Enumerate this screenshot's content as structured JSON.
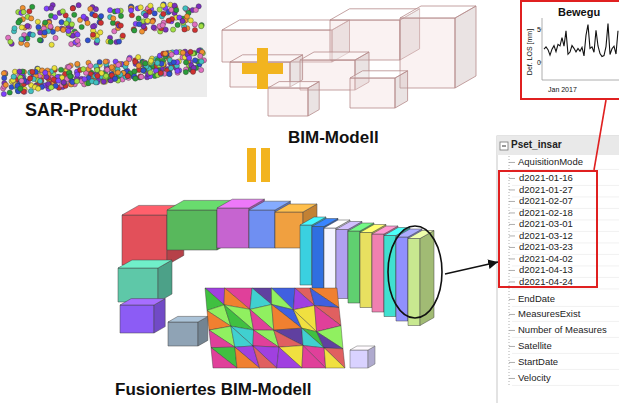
{
  "diagram": {
    "nodes": [
      {
        "text": [
          "SAR-Produkt"
        ]
      },
      {
        "text": [
          "BIM-Modell"
        ]
      },
      {
        "text": [
          "Bewegu",
          "Def. LOS [mm]",
          "5",
          "0",
          "Jan 2017"
        ]
      },
      {
        "text": [
          "Fusioniertes BIM-Modell"
        ]
      },
      {
        "text": [
          "Pset_insar",
          "AquisitionMode",
          "EndDate",
          "MeasuresExist",
          "Number of Measures",
          "Satellite",
          "StartDate",
          "Velocity"
        ]
      },
      {
        "text": [
          "d2021-01-16",
          "d2021-01-27",
          "d2021-02-07",
          "d2021-02-18",
          "d2021-03-01",
          "d2021-03-12",
          "d2021-03-23",
          "d2021-04-02",
          "d2021-04-13",
          "d2021-04-24"
        ],
        "in": 4
      }
    ],
    "edges": [
      {
        "from": 3,
        "to": 5,
        "arrow": "to"
      },
      {
        "from": 2,
        "to": 5,
        "arrow": "none"
      }
    ]
  }
}
